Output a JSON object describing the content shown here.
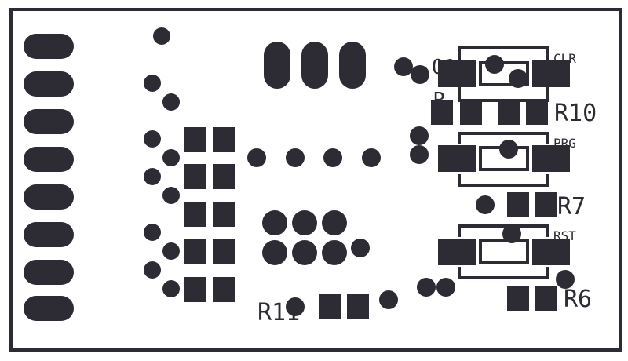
{
  "board": {
    "labels": {
      "clr": "CLR",
      "prg": "PRG",
      "rst": "RST",
      "r10": "R10",
      "r7": "R7",
      "r6": "R6",
      "r11": "R11",
      "q1": "Q1",
      "r_partial": "R"
    },
    "colors": {
      "pad": "#2d2c34",
      "board_outline": "#2d2c34",
      "background": "#ffffff"
    }
  }
}
